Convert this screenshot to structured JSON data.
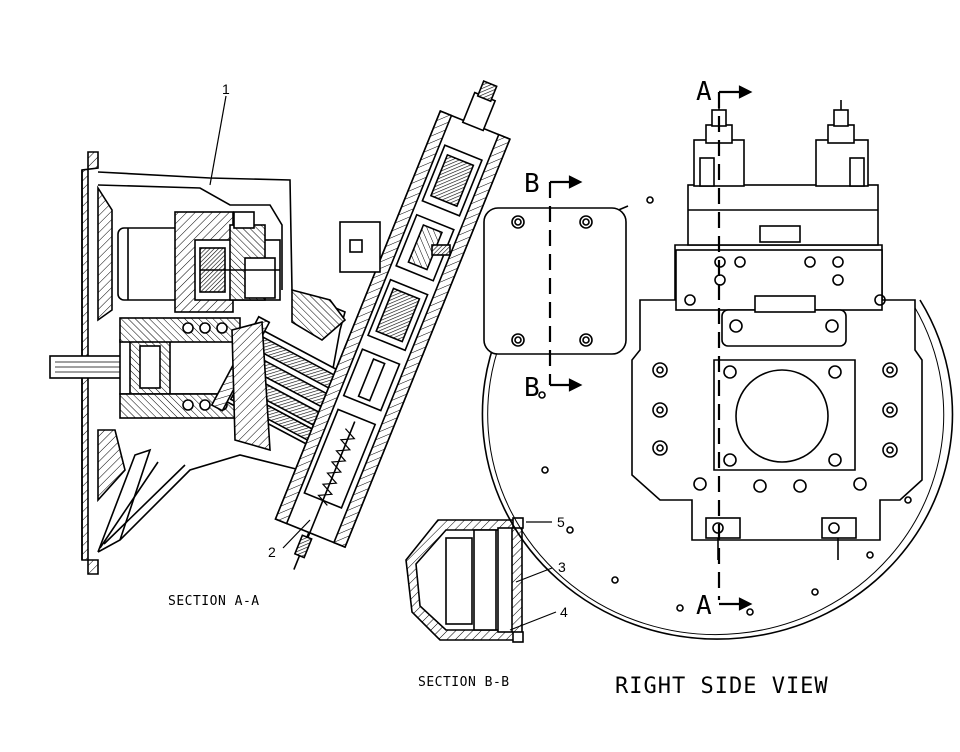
{
  "callouts": {
    "c1": "1",
    "c2": "2",
    "c3": "3",
    "c4": "4",
    "c5": "5"
  },
  "captions": {
    "section_aa": "SECTION A-A",
    "section_bb": "SECTION B-B",
    "right_side_view": "RIGHT SIDE VIEW"
  },
  "section_markers": {
    "a_top": "A",
    "a_bottom": "A",
    "b_top": "B",
    "b_bottom": "B"
  }
}
